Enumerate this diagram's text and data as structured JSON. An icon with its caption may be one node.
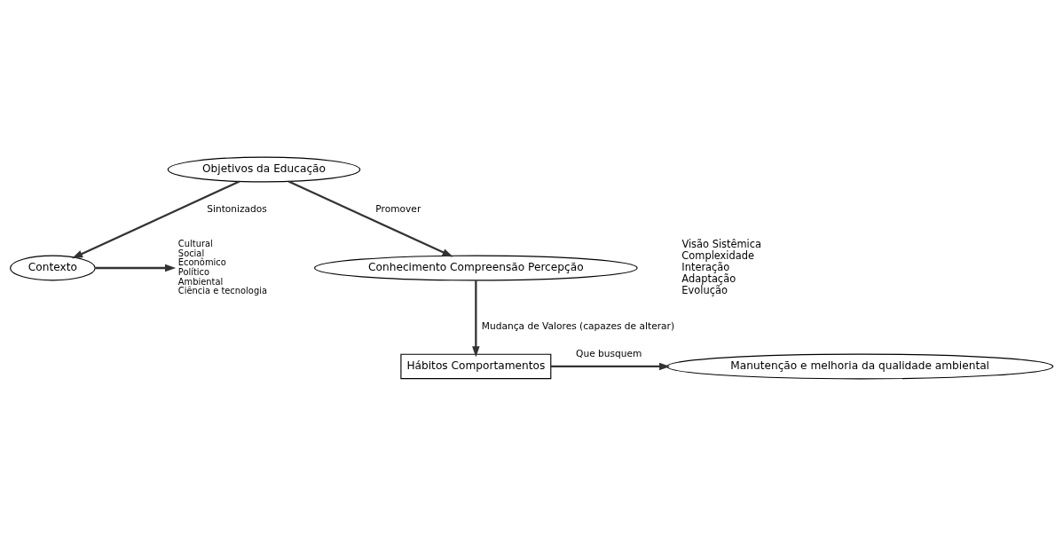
{
  "diagram": {
    "nodes": [
      {
        "text": [
          "Objetivos da Educação"
        ]
      },
      {
        "text": [
          "Contexto"
        ]
      },
      {
        "text": [
          "Cultural",
          "Social",
          "Econômico",
          "Político",
          "Ambiental",
          "Ciência e tecnologia"
        ]
      },
      {
        "text": [
          "Conhecimento Compreensão Percepção"
        ]
      },
      {
        "text": [
          "Hábitos Comportamentos"
        ]
      },
      {
        "text": [
          "Manutenção e melhoria da qualidade ambiental"
        ]
      }
    ],
    "edges": [
      {
        "from": 0,
        "to": 1,
        "arrow": "to",
        "label": "Sintonizados"
      },
      {
        "from": 1,
        "to": 2,
        "arrow": "to"
      },
      {
        "from": 0,
        "to": 3,
        "arrow": "to",
        "label": "Promover"
      },
      {
        "from": 3,
        "to": 4,
        "arrow": "to",
        "label": "Mudança de Valores (capazes de alterar)"
      },
      {
        "from": 4,
        "to": 5,
        "arrow": "to",
        "label": "Que busquem"
      }
    ],
    "labels": [
      "Visão Sistêmica",
      "Complexidade",
      "Interação",
      "Adaptação",
      "Evolução"
    ]
  }
}
